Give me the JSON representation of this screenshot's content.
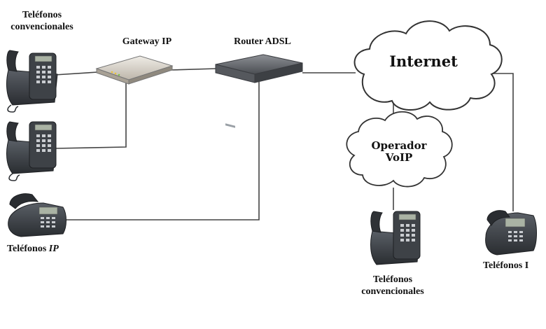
{
  "labels": {
    "conv_phones_top_line1": "Teléfonos",
    "conv_phones_top_line2": "convencionales",
    "gateway": "Gateway IP",
    "router": "Router ADSL",
    "internet": "Internet",
    "voip_line1": "Operador",
    "voip_line2": "VoIP",
    "ip_phones_left_word": "Teléfonos",
    "ip_phones_left_ip": "IP",
    "ip_phones_right": "Teléfonos I",
    "conv_phones_bottom_line1": "Teléfonos",
    "conv_phones_bottom_line2": "convencionales"
  },
  "colors": {
    "line": "#444444",
    "cloud_fill": "#ffffff",
    "cloud_stroke": "#333333",
    "device_body": "#3b3f44",
    "device_dark": "#24272b",
    "gateway_body": "#d9d4cc",
    "router_body": "#6b6e72"
  }
}
